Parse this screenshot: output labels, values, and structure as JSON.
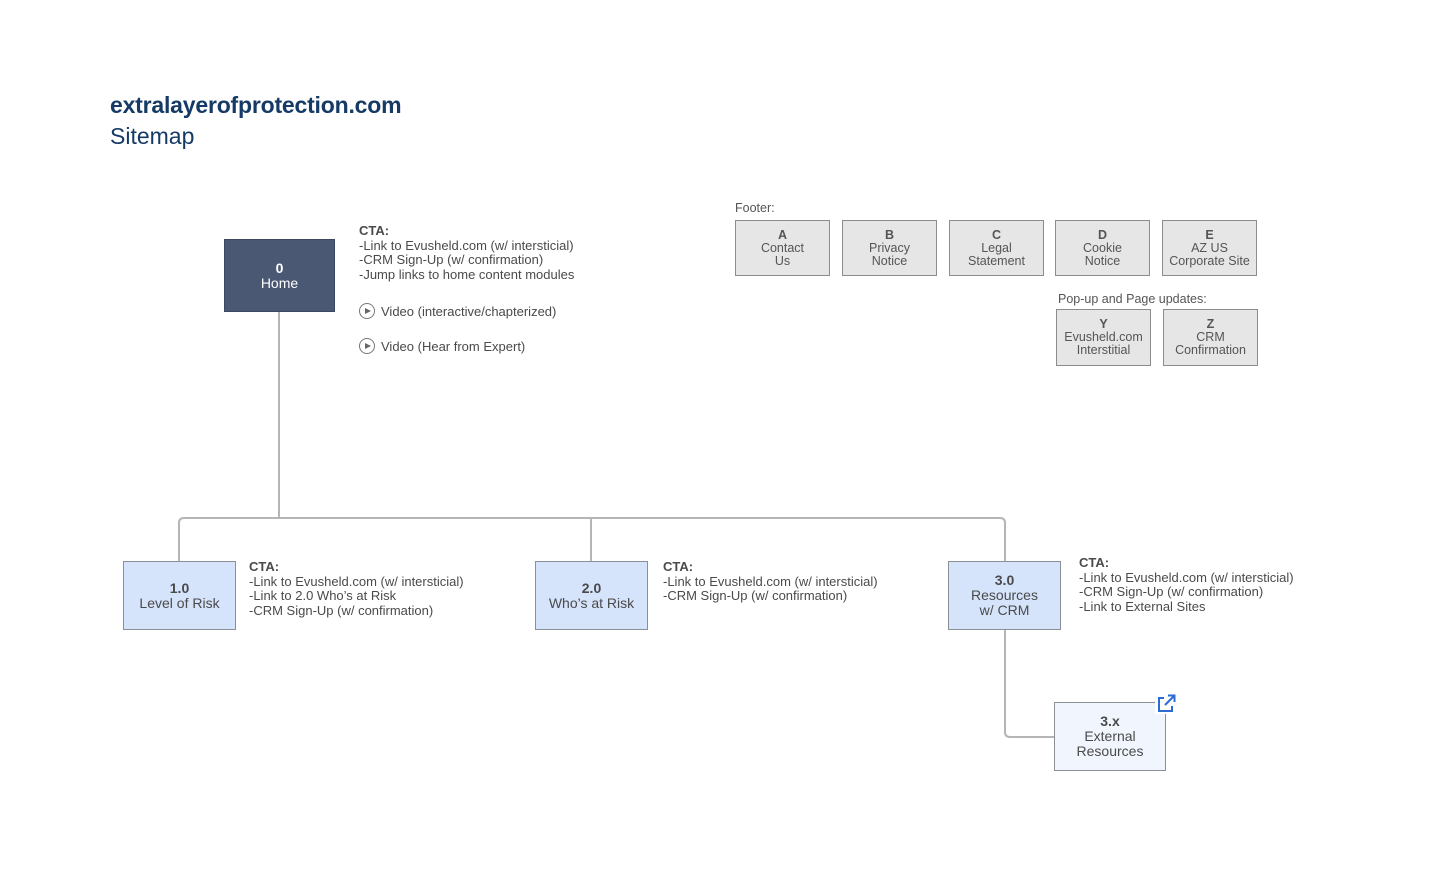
{
  "header": {
    "title": "extralayerofprotection.com",
    "subtitle": "Sitemap"
  },
  "home": {
    "id": "0",
    "label": "Home",
    "cta_title": "CTA:",
    "cta_items": [
      "-Link to Evusheld.com (w/ intersticial)",
      "-CRM Sign-Up (w/ confirmation)",
      "-Jump links to home content modules"
    ],
    "videos": [
      {
        "label": "Video (interactive/chapterized)",
        "icon": "play-icon"
      },
      {
        "label": "Video (Hear from Expert)",
        "icon": "play-icon"
      }
    ]
  },
  "pages": [
    {
      "id": "1.0",
      "label": "Level of Risk",
      "cta_title": "CTA:",
      "cta_items": [
        "-Link to Evusheld.com (w/ intersticial)",
        "-Link to 2.0 Who’s at Risk",
        "-CRM Sign-Up (w/ confirmation)"
      ]
    },
    {
      "id": "2.0",
      "label": "Who’s at Risk",
      "cta_title": "CTA:",
      "cta_items": [
        "-Link to Evusheld.com (w/ intersticial)",
        "-CRM Sign-Up (w/ confirmation)"
      ]
    },
    {
      "id": "3.0",
      "label_line1": "Resources",
      "label_line2": "w/ CRM",
      "cta_title": "CTA:",
      "cta_items": [
        "-Link to Evusheld.com (w/ intersticial)",
        "-CRM Sign-Up (w/ confirmation)",
        "-Link to  External Sites"
      ]
    }
  ],
  "external": {
    "id": "3.x",
    "label_line1": "External",
    "label_line2": "Resources",
    "icon": "external-link-icon"
  },
  "footer": {
    "label": "Footer:",
    "items": [
      {
        "id": "A",
        "line1": "Contact",
        "line2": "Us"
      },
      {
        "id": "B",
        "line1": "Privacy",
        "line2": "Notice"
      },
      {
        "id": "C",
        "line1": "Legal",
        "line2": "Statement"
      },
      {
        "id": "D",
        "line1": "Cookie",
        "line2": "Notice"
      },
      {
        "id": "E",
        "line1": "AZ US",
        "line2": "Corporate Site"
      }
    ]
  },
  "popups": {
    "label": "Pop-up and Page updates:",
    "items": [
      {
        "id": "Y",
        "line1": "Evusheld.com",
        "line2": "Interstitial"
      },
      {
        "id": "Z",
        "line1": "CRM",
        "line2": "Confirmation"
      }
    ]
  },
  "colors": {
    "title": "#153a66",
    "home_fill": "#4a5874",
    "page_fill": "#d5e3fb",
    "external_fill": "#f1f6fe",
    "gray_fill": "#e6e6e6",
    "connector": "#b5b5b5",
    "link_icon": "#2b6cd4"
  }
}
